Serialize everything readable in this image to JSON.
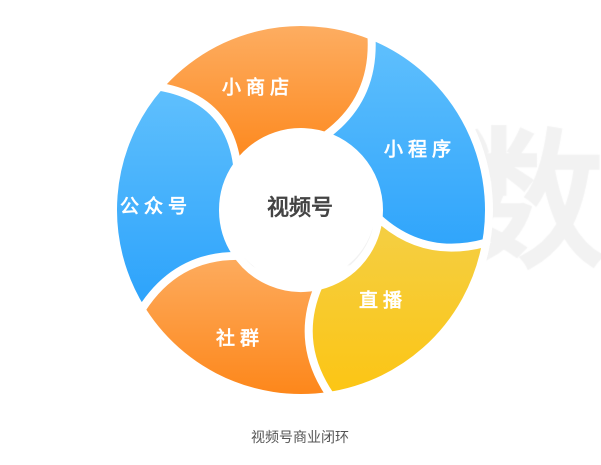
{
  "watermark": "友望数",
  "center_label": "视频号",
  "caption": "视频号商业闭环",
  "segments": [
    {
      "label": "小商店",
      "color": "orange"
    },
    {
      "label": "小程序",
      "color": "blue"
    },
    {
      "label": "直播",
      "color": "yellow"
    },
    {
      "label": "社群",
      "color": "orange"
    },
    {
      "label": "公众号",
      "color": "blue"
    }
  ],
  "colors": {
    "orange": [
      "#fdae63",
      "#fd8619"
    ],
    "blue": [
      "#60c0fd",
      "#2ba2fb"
    ],
    "yellow": [
      "#f4cf45",
      "#fcc513"
    ]
  }
}
